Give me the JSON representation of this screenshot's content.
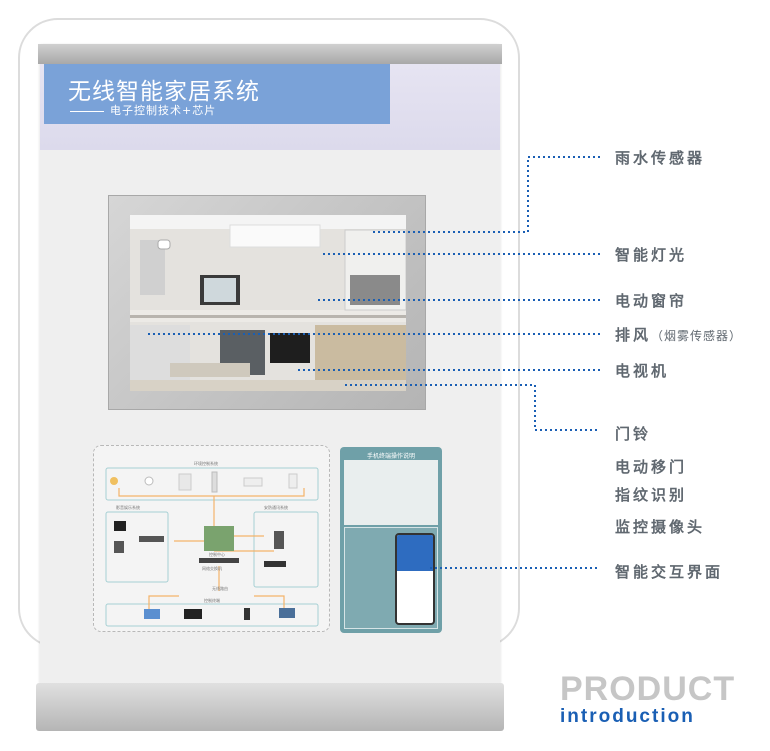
{
  "header": {
    "title": "无线智能家居系统",
    "subtitle": "电子控制技术+芯片"
  },
  "features": [
    {
      "label": "雨水传感器"
    },
    {
      "label": "智能灯光"
    },
    {
      "label": "电动窗帘"
    },
    {
      "label": "排风",
      "note": "（烟雾传感器）"
    },
    {
      "label": "电视机"
    },
    {
      "label": "门铃"
    },
    {
      "label": "电动移门"
    },
    {
      "label": "指纹识别"
    },
    {
      "label": "监控摄像头"
    },
    {
      "label": "智能交互界面"
    }
  ],
  "diagram": {
    "env": "环境控制系统",
    "media": "影音娱乐系统",
    "security": "安防通讯系统",
    "terminal": "控制终端",
    "center": "控制中心",
    "switch": "网络交换机",
    "router": "无线路由"
  },
  "phone_panel": {
    "title": "手机终端操作说明"
  },
  "brand": {
    "product": "PRODUCT",
    "intro": "introduction"
  },
  "colors": {
    "accent": "#1a5fb4",
    "header": "#7aa2d8",
    "panel": "#6fa0a8"
  }
}
